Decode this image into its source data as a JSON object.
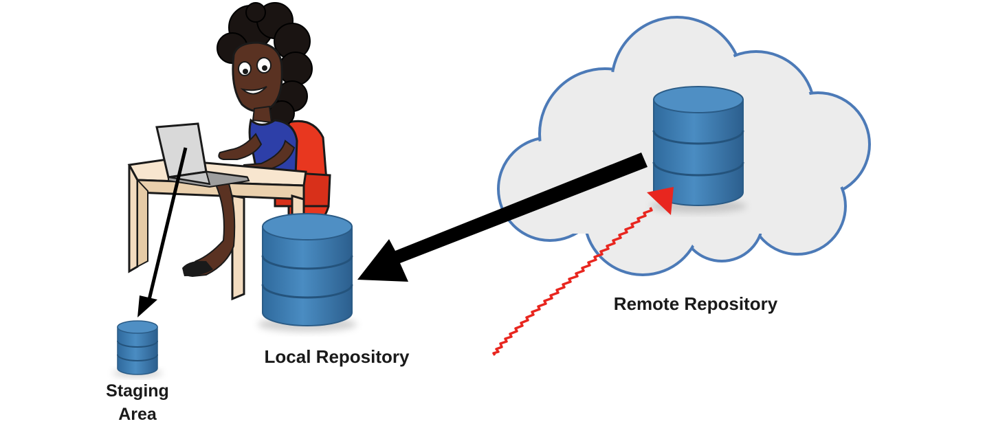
{
  "diagram": {
    "staging_label_line1": "Staging",
    "staging_label_line2": "Area",
    "local_label": "Local Repository",
    "remote_label": "Remote Repository"
  },
  "colors": {
    "database_fill": "#3d7bb0",
    "database_rim": "#2a5b86",
    "cloud_fill": "#ececec",
    "cloud_outline": "#4c7ab7",
    "arrow_black": "#000000",
    "arrow_red": "#e8261f",
    "desk": "#f3dcc0",
    "chair": "#e8371f",
    "dress": "#2d3fa8",
    "skin": "#5a3222"
  },
  "icons": {
    "person": "woman-at-laptop-illustration",
    "database": "database-cylinder-icon",
    "cloud": "cloud-icon"
  }
}
